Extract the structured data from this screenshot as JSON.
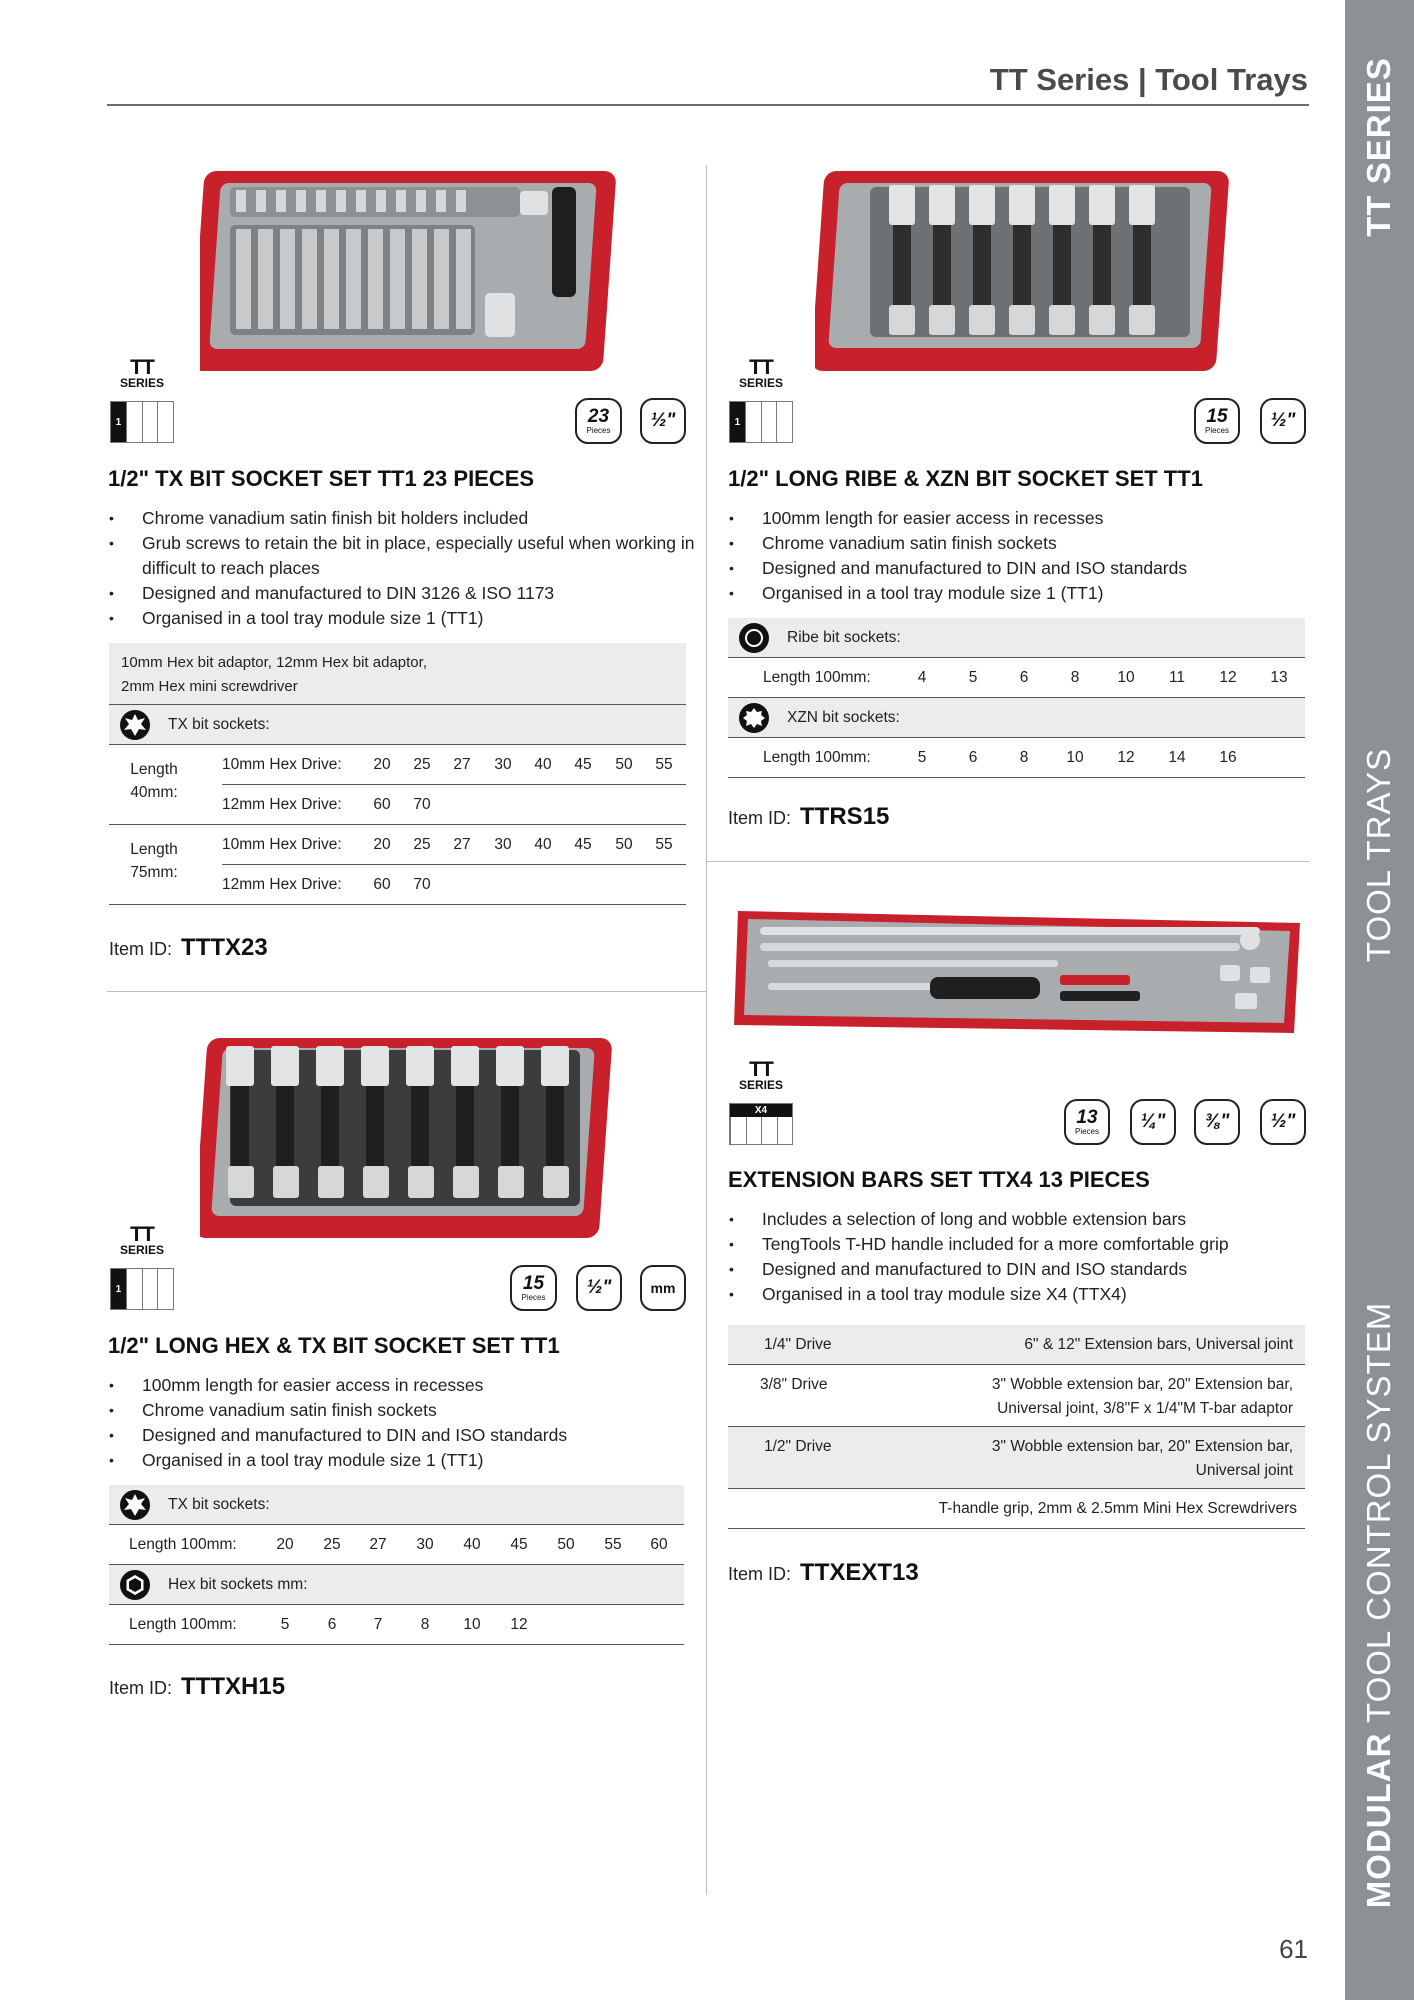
{
  "header": {
    "title": "TT Series | Tool Trays"
  },
  "sidebar": {
    "series": "TT SERIES",
    "category": "TOOL TRAYS",
    "system_bold": "MODULAR",
    "system_rest": "TOOL CONTROL SYSTEM"
  },
  "page_number": "61",
  "colors": {
    "tray_red": "#c8212b",
    "insert_grey": "#a9acae",
    "sidebar_grey": "#8c9196",
    "shade": "#ececec"
  },
  "products": [
    {
      "logo": {
        "tt": "TT",
        "series": "SERIES",
        "module": "1"
      },
      "badges": [
        {
          "big": "23",
          "small": "Pieces"
        },
        {
          "big": "½\""
        }
      ],
      "title": "1/2\" TX BIT SOCKET SET TT1 23 PIECES",
      "bullets": [
        "Chrome vanadium satin finish bit holders included",
        "Grub screws to retain the bit in place, especially useful when working in difficult to reach places",
        "Designed and manufactured to DIN 3126 & ISO 1173",
        "Organised in a tool tray module size 1 (TT1)"
      ],
      "spec": {
        "note_lines": [
          "10mm Hex bit adaptor, 12mm Hex bit adaptor,",
          "2mm Hex mini screwdriver"
        ],
        "group_label": "TX bit sockets:",
        "groups": [
          {
            "length_lines": [
              "Length",
              "40mm:"
            ],
            "rows": [
              {
                "label": "10mm Hex Drive:",
                "values": [
                  "20",
                  "25",
                  "27",
                  "30",
                  "40",
                  "45",
                  "50",
                  "55"
                ]
              },
              {
                "label": "12mm Hex Drive:",
                "values": [
                  "60",
                  "70"
                ]
              }
            ]
          },
          {
            "length_lines": [
              "Length",
              "75mm:"
            ],
            "rows": [
              {
                "label": "10mm Hex Drive:",
                "values": [
                  "20",
                  "25",
                  "27",
                  "30",
                  "40",
                  "45",
                  "50",
                  "55"
                ]
              },
              {
                "label": "12mm Hex Drive:",
                "values": [
                  "60",
                  "70"
                ]
              }
            ]
          }
        ]
      },
      "item_id_label": "Item ID:",
      "item_id": "TTTX23"
    },
    {
      "logo": {
        "tt": "TT",
        "series": "SERIES",
        "module": "1"
      },
      "badges": [
        {
          "big": "15",
          "small": "Pieces"
        },
        {
          "big": "½\""
        }
      ],
      "title": "1/2\" LONG RIBE & XZN BIT SOCKET SET TT1",
      "bullets": [
        "100mm length for easier access in recesses",
        "Chrome vanadium satin finish sockets",
        "Designed and manufactured to DIN and ISO standards",
        "Organised in a tool tray module size 1 (TT1)"
      ],
      "spec": {
        "sections": [
          {
            "label": "Ribe bit sockets:",
            "length_label": "Length 100mm:",
            "values": [
              "4",
              "5",
              "6",
              "8",
              "10",
              "11",
              "12",
              "13"
            ]
          },
          {
            "label": "XZN bit sockets:",
            "length_label": "Length 100mm:",
            "values": [
              "5",
              "6",
              "8",
              "10",
              "12",
              "14",
              "16"
            ]
          }
        ]
      },
      "item_id_label": "Item ID:",
      "item_id": "TTRS15"
    },
    {
      "logo": {
        "tt": "TT",
        "series": "SERIES",
        "module": "1"
      },
      "badges": [
        {
          "big": "15",
          "small": "Pieces"
        },
        {
          "big": "½\""
        },
        {
          "big": "mm"
        }
      ],
      "title": "1/2\" LONG HEX & TX BIT SOCKET SET TT1",
      "bullets": [
        "100mm length for easier access in recesses",
        "Chrome vanadium satin finish sockets",
        "Designed and manufactured to DIN and ISO standards",
        "Organised in a tool tray module size 1 (TT1)"
      ],
      "spec": {
        "sections": [
          {
            "label": "TX bit sockets:",
            "length_label": "Length 100mm:",
            "values": [
              "20",
              "25",
              "27",
              "30",
              "40",
              "45",
              "50",
              "55",
              "60"
            ]
          },
          {
            "label": "Hex bit sockets mm:",
            "length_label": "Length 100mm:",
            "values": [
              "5",
              "6",
              "7",
              "8",
              "10",
              "12"
            ]
          }
        ]
      },
      "item_id_label": "Item ID:",
      "item_id": "TTTXH15"
    },
    {
      "logo": {
        "tt": "TT",
        "series": "SERIES",
        "module": "X4"
      },
      "badges": [
        {
          "big": "13",
          "small": "Pieces"
        },
        {
          "big": "¼\""
        },
        {
          "big": "⅜\""
        },
        {
          "big": "½\""
        }
      ],
      "title": "EXTENSION BARS SET TTX4 13 PIECES",
      "bullets": [
        "Includes a selection of long and wobble extension bars",
        "TengTools T-HD handle included for a more comfortable grip",
        "Designed and manufactured to DIN and ISO standards",
        "Organised in a tool tray module size X4 (TTX4)"
      ],
      "spec": {
        "rows": [
          {
            "drive": "1/4\" Drive",
            "lines": [
              "6\" & 12\" Extension bars, Universal joint"
            ]
          },
          {
            "drive": "3/8\" Drive",
            "lines": [
              "3\" Wobble extension bar, 20\" Extension bar,",
              "Universal joint, 3/8\"F x 1/4\"M T-bar adaptor"
            ]
          },
          {
            "drive": "1/2\" Drive",
            "lines": [
              "3\" Wobble extension bar, 20\" Extension bar,",
              "Universal joint"
            ]
          }
        ],
        "footer": "T-handle grip, 2mm & 2.5mm Mini Hex Screwdrivers"
      },
      "item_id_label": "Item ID:",
      "item_id": "TTXEXT13"
    }
  ]
}
